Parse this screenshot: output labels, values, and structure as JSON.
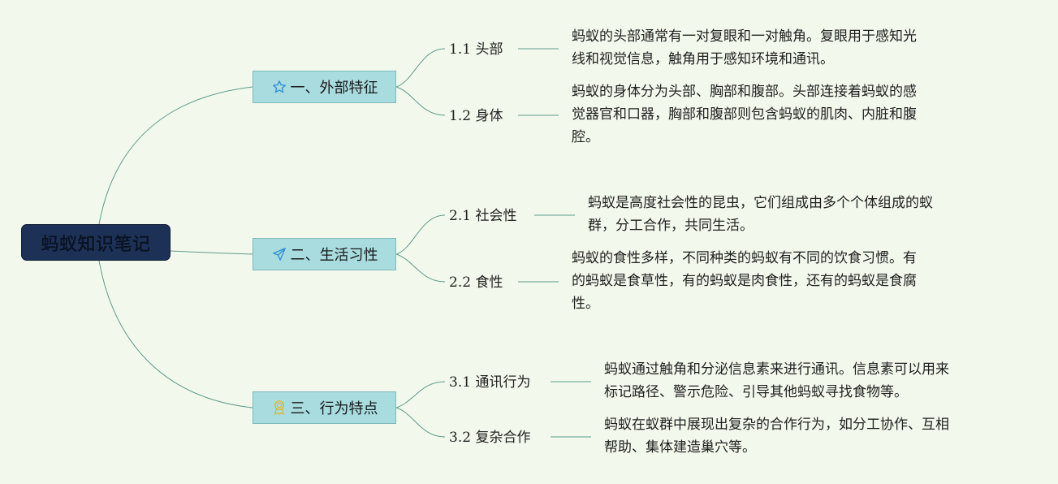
{
  "root": {
    "label": "蚂蚁知识笔记"
  },
  "topics": [
    {
      "label": "一、外部特征",
      "icon": "star-outline-icon",
      "children": [
        {
          "label": "1.1 头部",
          "lines": [
            "蚂蚁的头部通常有一对复眼和一对触角。复眼用于感知光",
            "线和视觉信息，触角用于感知环境和通讯。"
          ]
        },
        {
          "label": "1.2 身体",
          "lines": [
            "蚂蚁的身体分为头部、胸部和腹部。头部连接着蚂蚁的感",
            "觉器官和口器，胸部和腹部则包含蚂蚁的肌肉、内脏和腹",
            "腔。"
          ]
        }
      ]
    },
    {
      "label": "二、生活习性",
      "icon": "paper-plane-icon",
      "children": [
        {
          "label": "2.1 社会性",
          "lines": [
            "蚂蚁是高度社会性的昆虫，它们组成由多个个体组成的蚁",
            "群，分工合作，共同生活。"
          ]
        },
        {
          "label": "2.2 食性",
          "lines": [
            "蚂蚁的食性多样，不同种类的蚂蚁有不同的饮食习惯。有",
            "的蚂蚁是食草性，有的蚂蚁是肉食性，还有的蚂蚁是食腐",
            "性。"
          ]
        }
      ]
    },
    {
      "label": "三、行为特点",
      "icon": "award-medal-icon",
      "children": [
        {
          "label": "3.1 通讯行为",
          "lines": [
            "蚂蚁通过触角和分泌信息素来进行通讯。信息素可以用来",
            "标记路径、警示危险、引导其他蚂蚁寻找食物等。"
          ]
        },
        {
          "label": "3.2 复杂合作",
          "lines": [
            "蚂蚁在蚁群中展现出复杂的合作行为，如分工协作、互相",
            "帮助、集体建造巢穴等。"
          ]
        }
      ]
    }
  ],
  "colors": {
    "background": "#f3f8ec",
    "root_fill": "#1d3157",
    "topic_fill": "#a9dcdf",
    "line": "#5e9b8c",
    "star_icon": "#2e8fd6",
    "plane_icon": "#2e8fd6",
    "medal_icon": "#e0b431"
  }
}
